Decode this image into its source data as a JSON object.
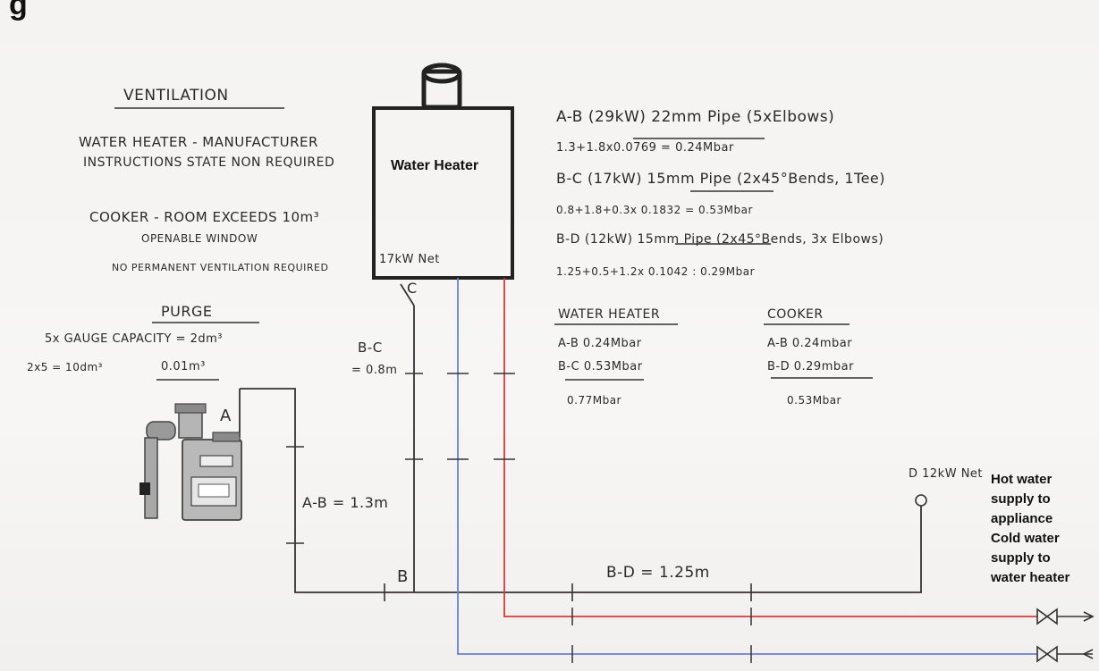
{
  "title": "g",
  "water_heater": {
    "label": "Water Heater",
    "rating": "17kW Net"
  },
  "ventilation": {
    "heading": "VENTILATION",
    "water_heater_line1": "WATER HEATER - MANUFACTURER",
    "water_heater_line2": "INSTRUCTIONS STATE NON REQUIRED",
    "cooker_line1": "COOKER - ROOM EXCEEDS 10m³",
    "cooker_line2": "OPENABLE WINDOW",
    "cooker_line3": "NO PERMANENT VENTILATION REQUIRED"
  },
  "purge": {
    "heading": "PURGE",
    "line1": "5x GAUGE CAPACITY = 2dm³",
    "line2_left": "2x5 = 10dm³",
    "line2_right": "0.01m³"
  },
  "pipe_calcs": [
    {
      "title": "A-B (29kW) 22mm Pipe (5xElbows)",
      "calc": "1.3+1.8x0.0769 = 0.24Mbar"
    },
    {
      "title": "B-C (17kW) 15mm Pipe (2x45°Bends, 1Tee)",
      "calc": "0.8+1.8+0.3x 0.1832 = 0.53Mbar"
    },
    {
      "title": "B-D (12kW) 15mm Pipe (2x45°Bends, 3x Elbows)",
      "calc": "1.25+0.5+1.2x 0.1042 : 0.29Mbar"
    }
  ],
  "water_heater_totals": {
    "heading": "WATER HEATER",
    "row1": "A-B 0.24Mbar",
    "row2": "B-C 0.53Mbar",
    "total": "0.77Mbar"
  },
  "cooker_totals": {
    "heading": "COOKER",
    "row1": "A-B 0.24mbar",
    "row2": "B-D 0.29mbar",
    "total": "0.53Mbar"
  },
  "points": {
    "a": "A",
    "b": "B",
    "c": "C",
    "d": "D 12kW Net"
  },
  "runs": {
    "a_b": "A-B = 1.3m",
    "b_c": "B-C",
    "b_c_len": "= 0.8m",
    "b_d": "B-D = 1.25m"
  },
  "supply_labels": {
    "hot_line1": "Hot water",
    "hot_line2": "supply to",
    "hot_line3": "appliance",
    "cold_line1": "Cold water",
    "cold_line2": "supply to",
    "cold_line3": "water heater"
  },
  "colors": {
    "hot_pipe": "#d9383a",
    "cold_pipe": "#6b7fd8",
    "gas_pipe": "#333333"
  }
}
